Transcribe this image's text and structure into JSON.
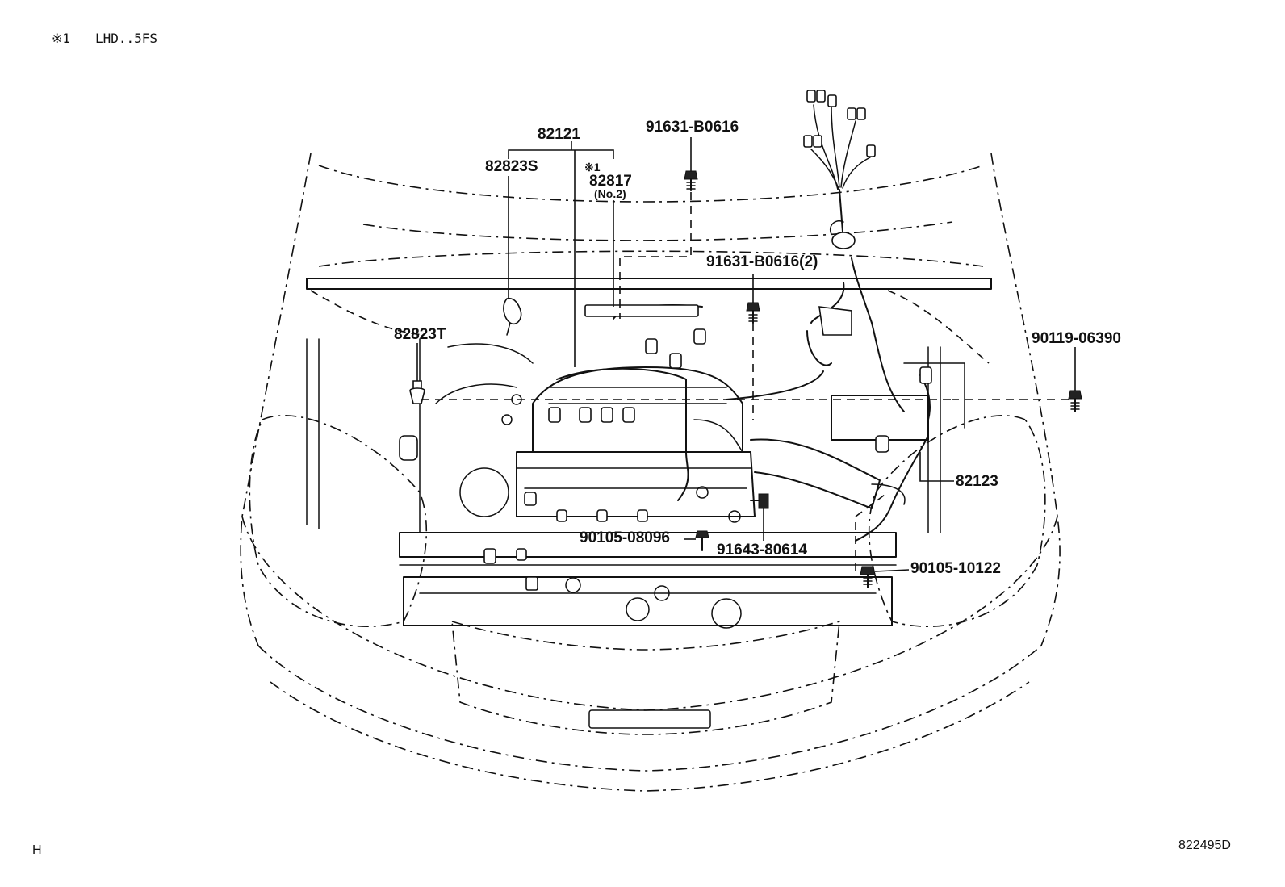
{
  "header_note": {
    "mark": "※1",
    "text": "LHD..5FS"
  },
  "corner_left": "H",
  "diagram_code": "822495D",
  "callouts": {
    "c82121": "82121",
    "c82823S": "82823S",
    "c82817_mark": "※1",
    "c82817": "82817",
    "c82817_sub": "(No.2)",
    "c91631_b0616": "91631-B0616",
    "c91631_b0616_2": "91631-B0616(2)",
    "c82823T": "82823T",
    "c90119_06390": "90119-06390",
    "c82123": "82123",
    "c90105_08096": "90105-08096",
    "c91643_80614": "91643-80614",
    "c90105_10122": "90105-10122"
  }
}
